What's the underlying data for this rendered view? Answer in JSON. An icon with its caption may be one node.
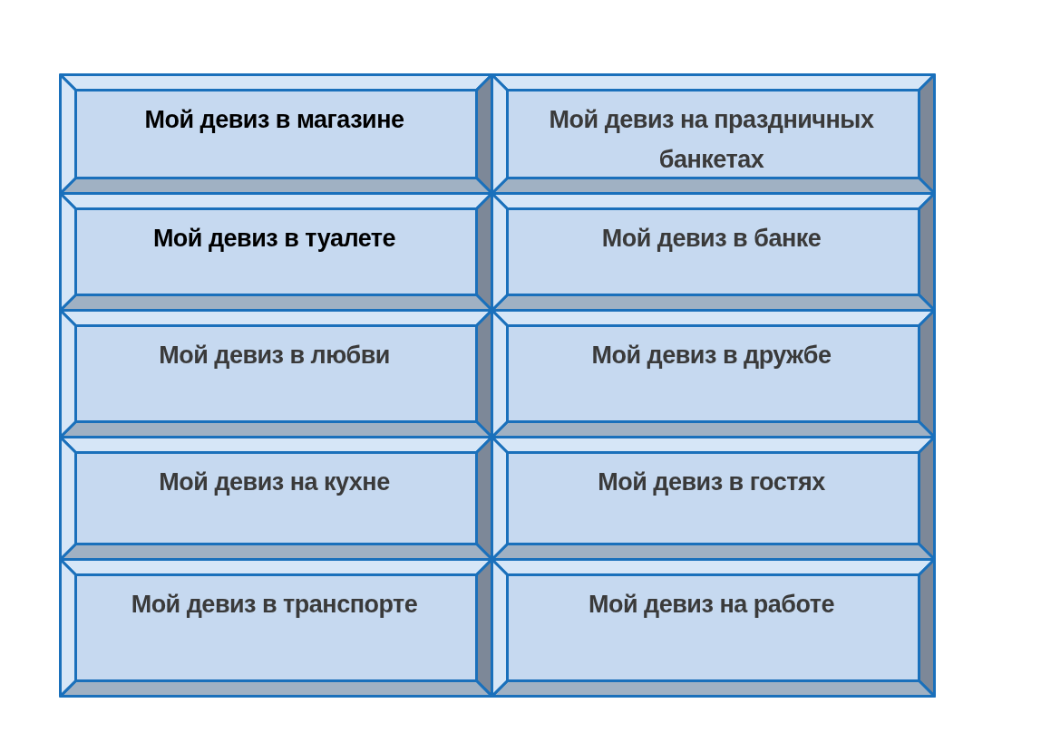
{
  "diagram": {
    "nodes": [
      {
        "text": [
          "Мой девиз в магазине"
        ]
      },
      {
        "text": [
          "Мой девиз на праздничных банкетах"
        ]
      },
      {
        "text": [
          "Мой девиз в туалете"
        ]
      },
      {
        "text": [
          "Мой девиз в банке"
        ]
      },
      {
        "text": [
          "Мой девиз в любви"
        ]
      },
      {
        "text": [
          "Мой девиз в дружбе"
        ]
      },
      {
        "text": [
          "Мой девиз на кухне"
        ]
      },
      {
        "text": [
          "Мой девиз в гостях"
        ]
      },
      {
        "text": [
          "Мой девиз в транспорте"
        ]
      },
      {
        "text": [
          "Мой девиз на работе"
        ]
      }
    ]
  }
}
